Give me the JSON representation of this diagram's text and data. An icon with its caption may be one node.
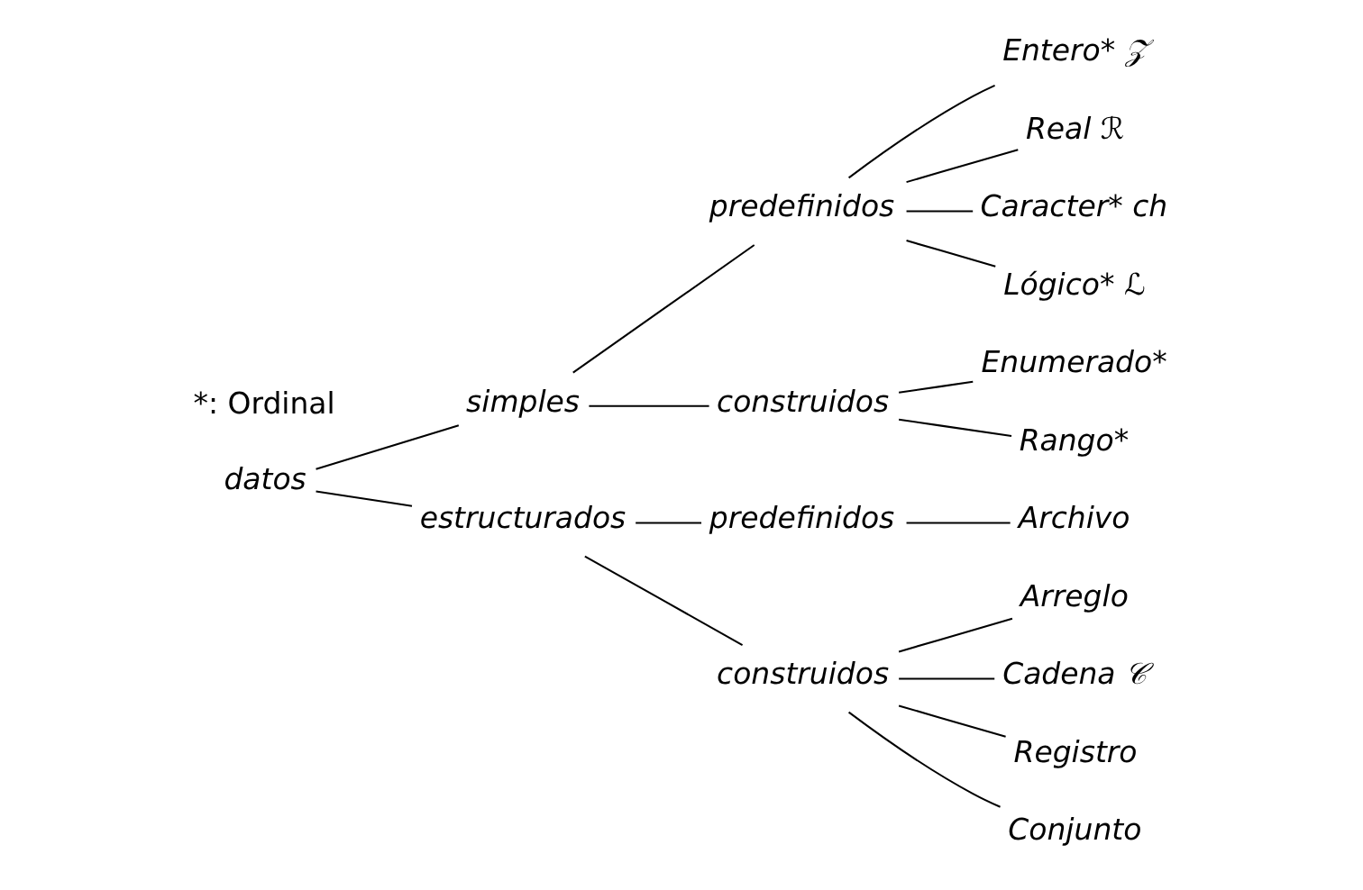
{
  "diagram": {
    "nodes": [
      {
        "text": [
          "datos"
        ]
      },
      {
        "text": [
          "simples"
        ]
      },
      {
        "text": [
          "predefinidos"
        ]
      },
      {
        "text": [
          "Entero* 𝒵"
        ]
      },
      {
        "text": [
          "Real ℛ"
        ]
      },
      {
        "text": [
          "Caracter* ch"
        ]
      },
      {
        "text": [
          "Lógico* ℒ"
        ]
      },
      {
        "text": [
          "construidos"
        ]
      },
      {
        "text": [
          "Enumerado*"
        ]
      },
      {
        "text": [
          "Rango*"
        ]
      },
      {
        "text": [
          "estructurados"
        ]
      },
      {
        "text": [
          "predefinidos"
        ]
      },
      {
        "text": [
          "Archivo"
        ]
      },
      {
        "text": [
          "construidos"
        ]
      },
      {
        "text": [
          "Arreglo"
        ]
      },
      {
        "text": [
          "Cadena 𝒞"
        ]
      },
      {
        "text": [
          "Registro"
        ]
      },
      {
        "text": [
          "Conjunto"
        ]
      }
    ],
    "edges": [
      {
        "from": 0,
        "to": 1,
        "arrow": "none"
      },
      {
        "from": 0,
        "to": 10,
        "arrow": "none"
      },
      {
        "from": 1,
        "to": 2,
        "arrow": "none"
      },
      {
        "from": 1,
        "to": 7,
        "arrow": "none"
      },
      {
        "from": 2,
        "to": 3,
        "arrow": "none"
      },
      {
        "from": 2,
        "to": 4,
        "arrow": "none"
      },
      {
        "from": 2,
        "to": 5,
        "arrow": "none"
      },
      {
        "from": 2,
        "to": 6,
        "arrow": "none"
      },
      {
        "from": 7,
        "to": 8,
        "arrow": "none"
      },
      {
        "from": 7,
        "to": 9,
        "arrow": "none"
      },
      {
        "from": 10,
        "to": 11,
        "arrow": "none"
      },
      {
        "from": 10,
        "to": 13,
        "arrow": "none"
      },
      {
        "from": 11,
        "to": 12,
        "arrow": "none"
      },
      {
        "from": 13,
        "to": 14,
        "arrow": "none"
      },
      {
        "from": 13,
        "to": 15,
        "arrow": "none"
      },
      {
        "from": 13,
        "to": 16,
        "arrow": "none"
      },
      {
        "from": 13,
        "to": 17,
        "arrow": "none"
      }
    ],
    "labels": [
      "*: Ordinal"
    ]
  }
}
